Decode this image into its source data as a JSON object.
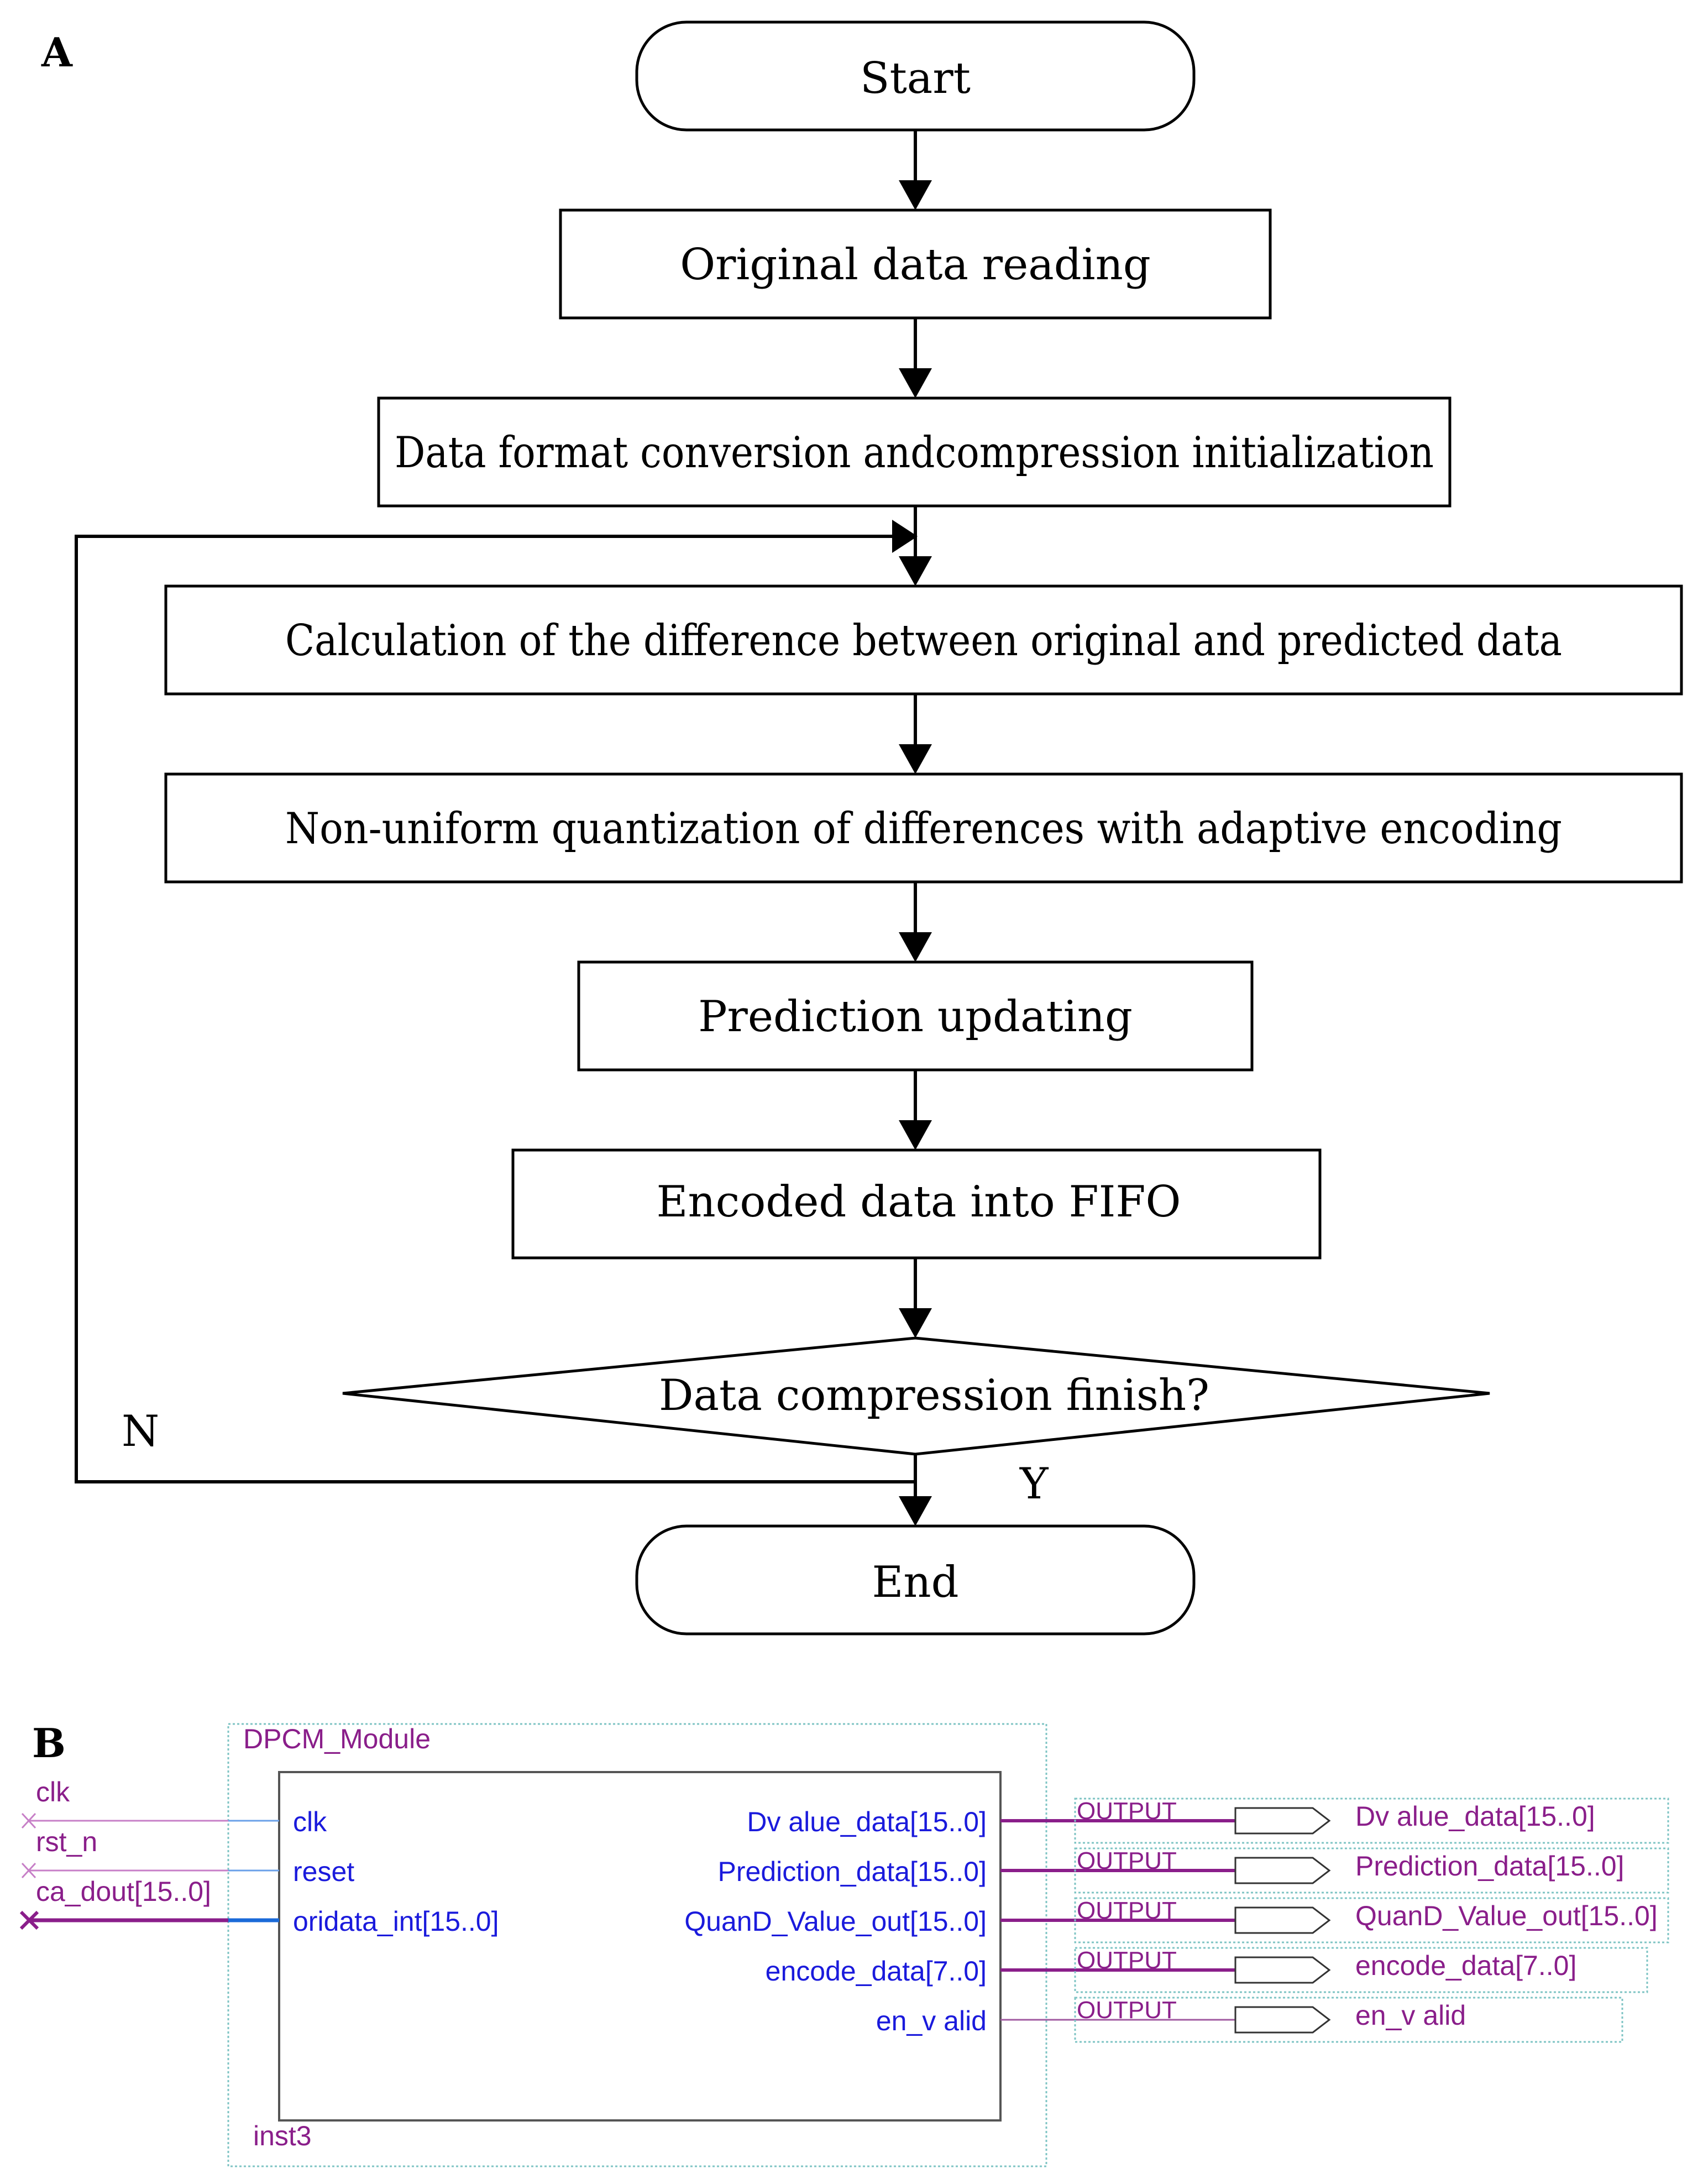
{
  "panel_a": {
    "label": "A",
    "steps": {
      "start": "Start",
      "read": "Original data reading",
      "convert": "Data format conversion andcompression initialization",
      "diff": "Calculation of the difference between original and predicted data",
      "quant": "Non-uniform quantization of differences with adaptive encoding",
      "predict": "Prediction updating",
      "fifo": "Encoded data into FIFO",
      "decision": "Data compression finish?",
      "end": "End"
    },
    "branch_no": "N",
    "branch_yes": "Y"
  },
  "panel_b": {
    "label": "B",
    "module_name": "DPCM_Module",
    "instance": "inst3",
    "external_inputs": [
      "clk",
      "rst_n",
      "ca_dout[15..0]"
    ],
    "ports_in": [
      "clk",
      "reset",
      "oridata_int[15..0]"
    ],
    "ports_out": [
      "Dv alue_data[15..0]",
      "Prediction_data[15..0]",
      "QuanD_Value_out[15..0]",
      "encode_data[7..0]",
      "en_v alid"
    ],
    "output_tag": "OUTPUT",
    "output_pins": [
      "Dv alue_data[15..0]",
      "Prediction_data[15..0]",
      "QuanD_Value_out[15..0]",
      "encode_data[7..0]",
      "en_v alid"
    ],
    "colors": {
      "wire": "#8a1e8a",
      "port_text": "#1a1adc",
      "in_wire": "#6aa0e8",
      "frame": "#7fc4c4"
    }
  }
}
